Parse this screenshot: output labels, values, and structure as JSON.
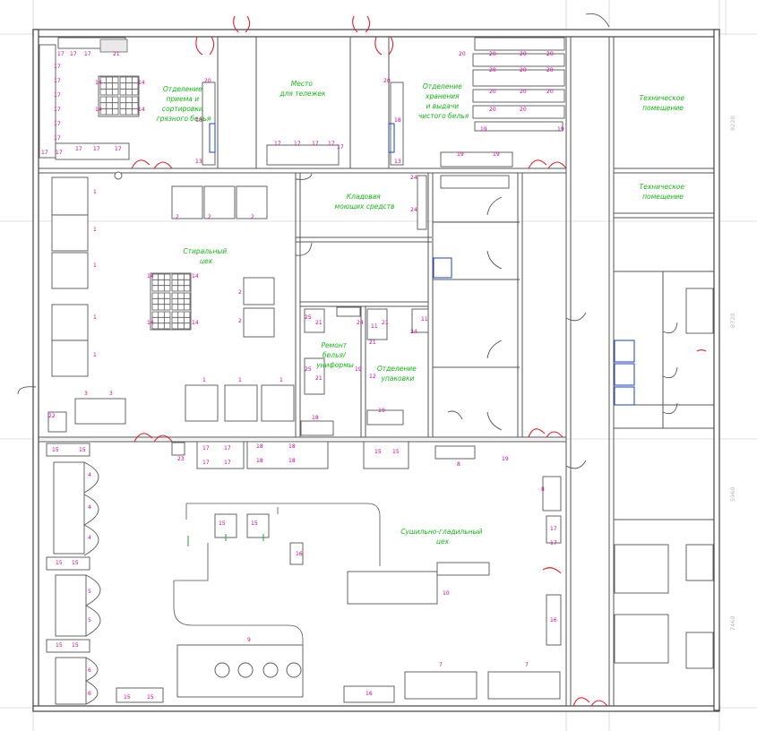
{
  "colors": {
    "wall": "#555555",
    "door": "#e0202a",
    "label_number": "#d4009b",
    "room_name": "#11b811",
    "accent_blue": "#1a3fd6",
    "grid": "#d6d6d6"
  },
  "rooms": [
    {
      "id": "r1",
      "lines": [
        "Отделение",
        "приема и",
        "сортировки",
        "грязного белья"
      ]
    },
    {
      "id": "r2",
      "lines": [
        "Место",
        "для тележек"
      ]
    },
    {
      "id": "r3",
      "lines": [
        "Отделение",
        "хранения",
        "и выдачи",
        "чистого белья"
      ]
    },
    {
      "id": "r4",
      "lines": [
        "Техническое",
        "помещение"
      ]
    },
    {
      "id": "r5",
      "lines": [
        "Техническое",
        "помещение"
      ]
    },
    {
      "id": "r6",
      "lines": [
        "Кладовая",
        "моющих средств"
      ]
    },
    {
      "id": "r7",
      "lines": [
        "Стиральный",
        "цех"
      ]
    },
    {
      "id": "r8",
      "lines": [
        "Ремонт",
        "белья/",
        "униформы"
      ]
    },
    {
      "id": "r9",
      "lines": [
        "Отделение",
        "упаковки"
      ]
    },
    {
      "id": "r10",
      "lines": [
        "Сушильно-гладильный",
        "цех"
      ]
    }
  ],
  "dimensions": [
    "8220",
    "8720",
    "5960",
    "7460"
  ],
  "equipment_labels": {
    "sort_top": [
      "17",
      "17",
      "17",
      "21"
    ],
    "sort_left": [
      "17",
      "17",
      "17",
      "17",
      "17",
      "17"
    ],
    "sort_bottom": [
      "17",
      "17",
      "17",
      "17",
      "17"
    ],
    "sort_table": [
      "14",
      "14",
      "14",
      "14"
    ],
    "sort_side": [
      "20",
      "18",
      "13"
    ],
    "carts": [
      "17",
      "17",
      "17",
      "17",
      "17"
    ],
    "clean_right": [
      "20",
      "20",
      "20",
      "20",
      "20",
      "20",
      "20",
      "20",
      "20",
      "20",
      "20",
      "20",
      "19",
      "19"
    ],
    "clean_side": [
      "20",
      "18",
      "13"
    ],
    "clean_bottom": [
      "19",
      "19"
    ],
    "pantry": [
      "24",
      "24"
    ],
    "washers_left": [
      "1",
      "1",
      "1",
      "1",
      "1"
    ],
    "washers_top": [
      "2",
      "2",
      "2"
    ],
    "washers_mid": [
      "2",
      "2"
    ],
    "washers_bottom": [
      "1",
      "1",
      "1"
    ],
    "wash_table": [
      "14",
      "14",
      "14",
      "14"
    ],
    "repair": [
      "25",
      "21",
      "25",
      "21",
      "24",
      "19",
      "21",
      "11",
      "11",
      "24",
      "21",
      "12",
      "19",
      "18"
    ],
    "misc_left": [
      "3",
      "3",
      "22"
    ],
    "dry_top": [
      "15",
      "15",
      "23",
      "17",
      "17",
      "17",
      "17",
      "18",
      "18",
      "18",
      "18",
      "15",
      "15"
    ],
    "dry_left": [
      "4",
      "4",
      "4",
      "15",
      "15",
      "5",
      "5",
      "15",
      "15",
      "6",
      "6",
      "15",
      "15"
    ],
    "dry_center": [
      "15",
      "15",
      "16",
      "9",
      "10",
      "16",
      "16"
    ],
    "dry_right": [
      "8",
      "19",
      "8",
      "17",
      "17",
      "7",
      "7"
    ]
  }
}
